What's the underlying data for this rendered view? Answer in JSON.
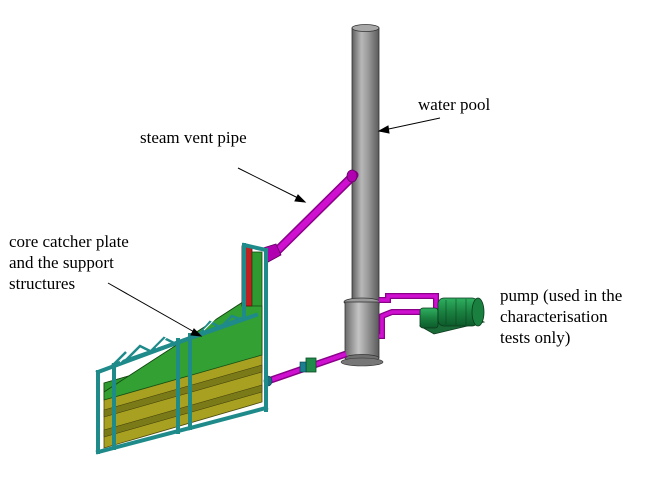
{
  "labels": {
    "water_pool": "water pool",
    "steam_vent_pipe": "steam vent pipe",
    "core_catcher": [
      "core catcher plate",
      "and the support",
      "structures"
    ],
    "pump": [
      "pump (used in the",
      "characterisation",
      "tests only)"
    ]
  },
  "colors": {
    "pool": "#8c8c8c",
    "pipe": "#c000c0",
    "frame": "#2a9b9b",
    "plate_green": "#33a033",
    "plate_olive": "#a8a020",
    "motor": "#1f8a4a",
    "stand_red": "#c02020"
  }
}
